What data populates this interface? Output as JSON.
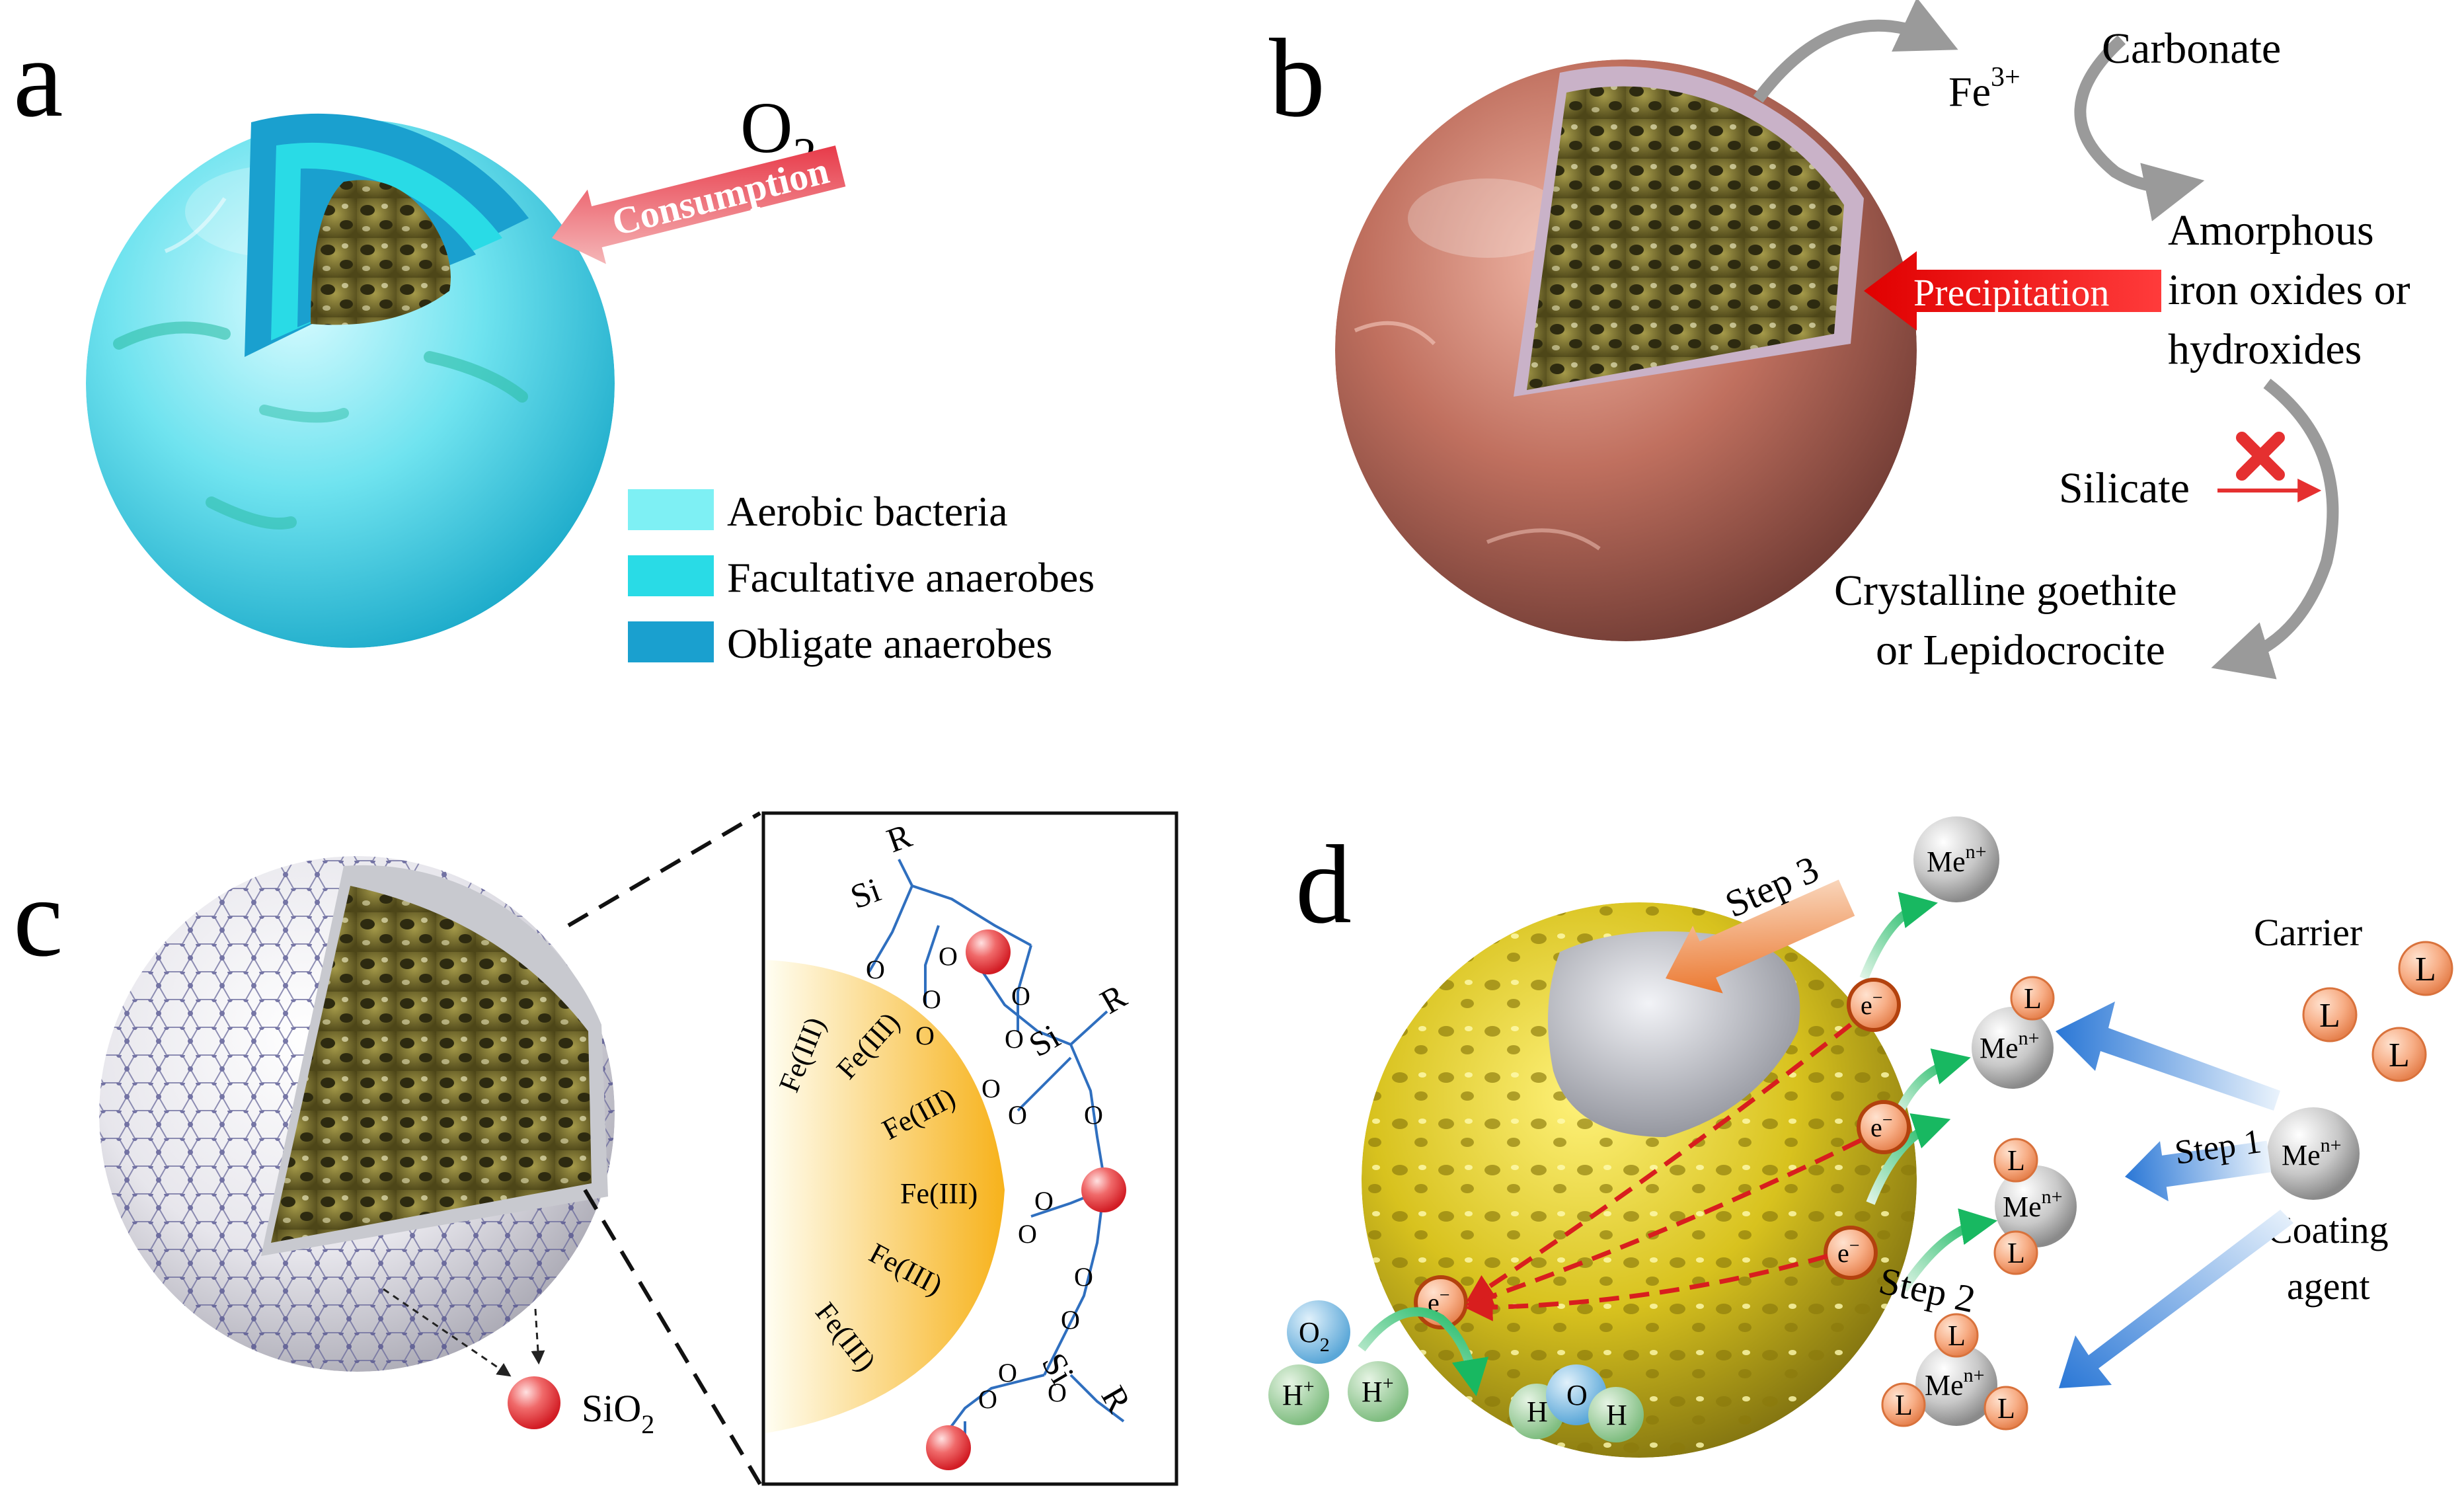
{
  "panel_a": {
    "label": "a",
    "o2": {
      "main": "O",
      "sub": "2"
    },
    "arrow_label": "Consumption",
    "legend": [
      {
        "label": "Aerobic bacteria",
        "color": "#7ef0f4"
      },
      {
        "label": "Facultative anaerobes",
        "color": "#29dbe6"
      },
      {
        "label": "Obligate anaerobes",
        "color": "#1aa0cf"
      }
    ]
  },
  "panel_b": {
    "label": "b",
    "fe": {
      "main": "Fe",
      "sup": "3+"
    },
    "carbonate": "Carbonate",
    "amorphous": [
      "Amorphous",
      "iron oxides or",
      "hydroxides"
    ],
    "arrow_label": "Precipitation",
    "silicate": "Silicate",
    "crystalline": [
      "Crystalline goethite",
      "or Lepidocrocite"
    ]
  },
  "panel_c": {
    "label": "c",
    "sio2": {
      "main": "SiO",
      "sub": "2"
    },
    "fe_labels": [
      "Fe(III)",
      "Fe(III)",
      "Fe(III)",
      "Fe(III)",
      "Fe(III)",
      "Fe(III)"
    ],
    "o_label": "O",
    "si_label": "Si",
    "r_label": "R"
  },
  "panel_d": {
    "label": "d",
    "me": {
      "main": "Me",
      "sup": "n+"
    },
    "step1": "Step 1",
    "step2": "Step 2",
    "step3": "Step 3",
    "carrier": "Carrier",
    "ligand": "L",
    "coating": [
      "Coating",
      "agent"
    ],
    "electron": {
      "main": "e",
      "sup": "−"
    },
    "o2": {
      "main": "O",
      "sub": "2"
    },
    "hplus": {
      "main": "H",
      "sup": "+"
    },
    "water": [
      "H",
      "O",
      "H"
    ]
  }
}
